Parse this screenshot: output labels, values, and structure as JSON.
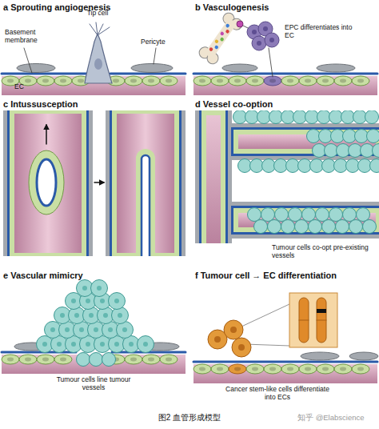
{
  "diagram": {
    "caption": "图2 血管形成模型",
    "labels": [
      "a Sprouting angiogenesis",
      "Basement membrane",
      "Tip cell",
      "Pericyte",
      "EC",
      "b Vasculogenesis",
      "EPC differentiates into EC",
      "c Intussusception",
      "d Vessel co-option",
      "Tumour cells co-opt pre-existing vessels",
      "e Vascular mimicry",
      "Tumour cells line tumour vessels",
      "f Tumour cell → EC differentiation",
      "Cancer stem-like cells differentiate into ECs",
      "知乎 @Elabscience"
    ]
  }
}
